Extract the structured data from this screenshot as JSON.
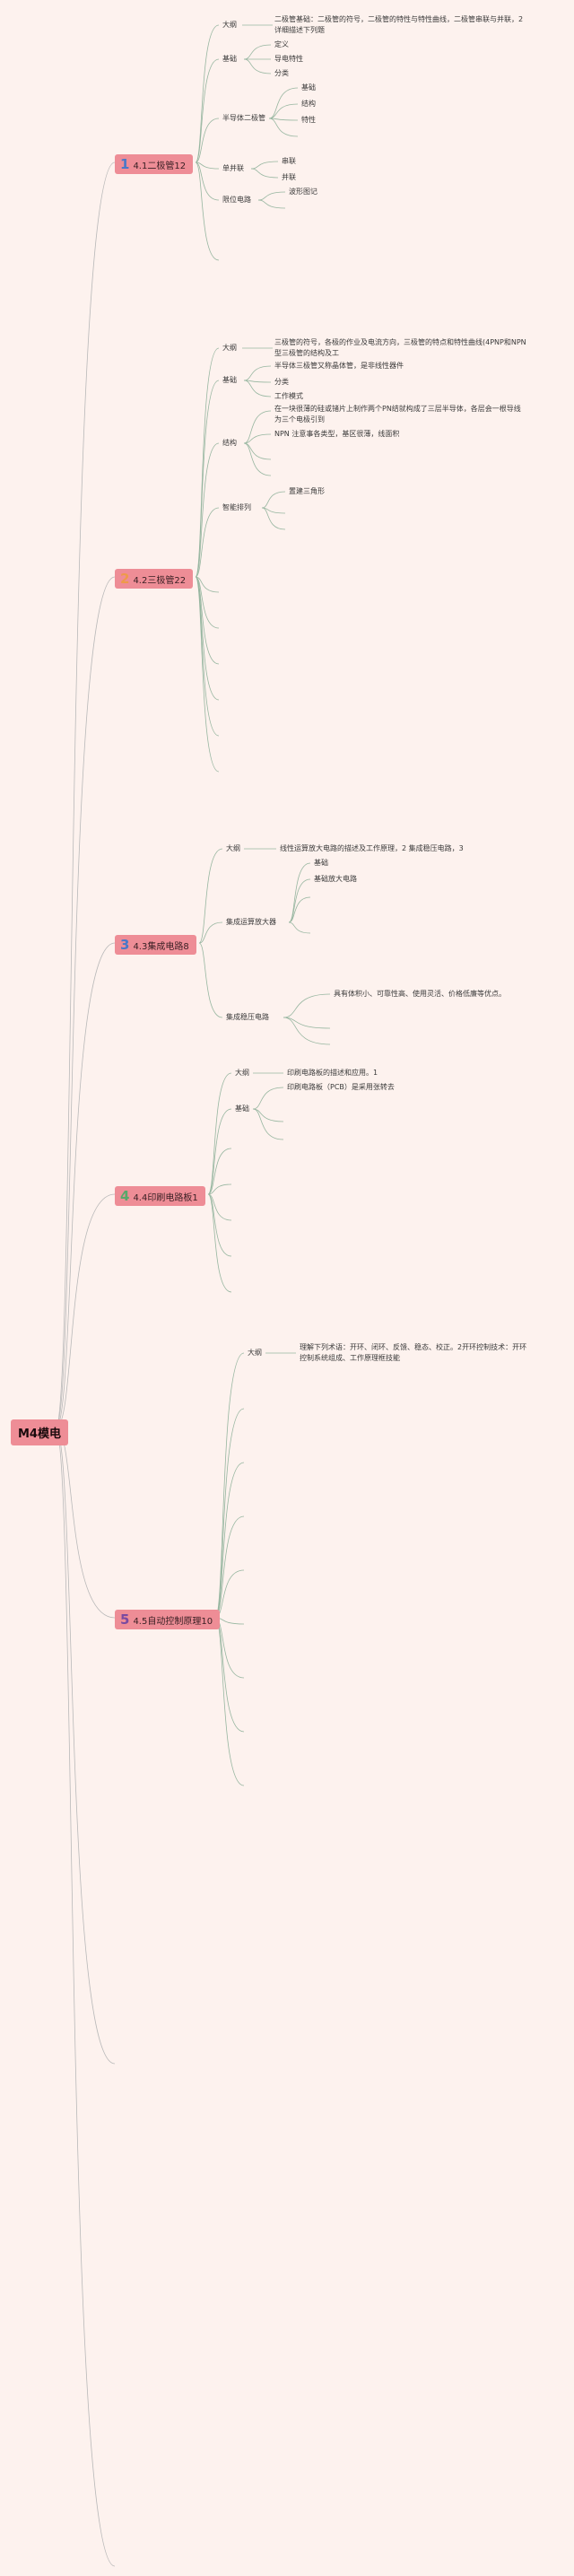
{
  "root": {
    "label": "M4模电"
  },
  "chapters": [
    {
      "num": "1",
      "num_color": "#4a78c8",
      "label": "4.1二极管12"
    },
    {
      "num": "2",
      "num_color": "#ee9a4a",
      "label": "4.2三极管22"
    },
    {
      "num": "3",
      "num_color": "#4a78c8",
      "label": "4.3集成电路8"
    },
    {
      "num": "4",
      "num_color": "#5aa86a",
      "label": "4.4印刷电路板1"
    },
    {
      "num": "5",
      "num_color": "#7a4aa0",
      "label": "4.5自动控制原理10"
    }
  ],
  "c1": {
    "outline": "大纲",
    "outline_text": "二极管基础：二极管的符号，二极管的特性与特性曲线，二极管串联与并联，2详细描述下列题",
    "basics": "基础",
    "basics_items": [
      "定义",
      "导电特性",
      "分类"
    ],
    "semi": "半导体二极管",
    "semi_items": [
      "基础",
      "结构",
      "特性"
    ],
    "uni": "单并联",
    "uni_items": [
      "串联",
      "并联"
    ],
    "zener": "限位电路",
    "zener_items": [
      "波形图记"
    ]
  },
  "c2": {
    "outline": "大纲",
    "outline_text": "三极管的符号，各极的作业及电流方向，三极管的特点和特性曲线(4PNP和NPN型三极管的结构及工",
    "basics": "基础",
    "basics_items": [
      "半导体三极管又称晶体管，是非线性器件",
      "分类",
      "工作模式"
    ],
    "structure": "结构",
    "structure_items": [
      "在一块很薄的硅或锗片上制作两个PN结就构成了三层半导体，各层会一根导线为三个电极引到",
      "NPN 注意事各类型，基区很薄，线面积"
    ],
    "smart": "智能排列",
    "smart_items": [
      "置建三角形"
    ]
  },
  "c3": {
    "outline": "大纲",
    "outline_text": "线性运算放大电路的描述及工作原理，2 集成稳压电路，3",
    "amp": "集成运算放大器",
    "amp_items": [
      "基础",
      "基础放大电路"
    ],
    "reg": "集成稳压电路",
    "reg_items": [
      "具有体积小、可靠性高、使用灵活、价格低廉等优点。"
    ]
  },
  "c4": {
    "outline": "大纲",
    "outline_text": "印刷电路板的描述和应用。1",
    "basics": "基础",
    "basics_items": [
      "印刷电路板（PCB）是采用张转去"
    ]
  },
  "c5": {
    "outline": "大纲",
    "outline_text": "理解下列术语：开环、闭环、反馈、稳态、校正。2开环控制技术：开环控制系统组成、工作原理框技能"
  }
}
